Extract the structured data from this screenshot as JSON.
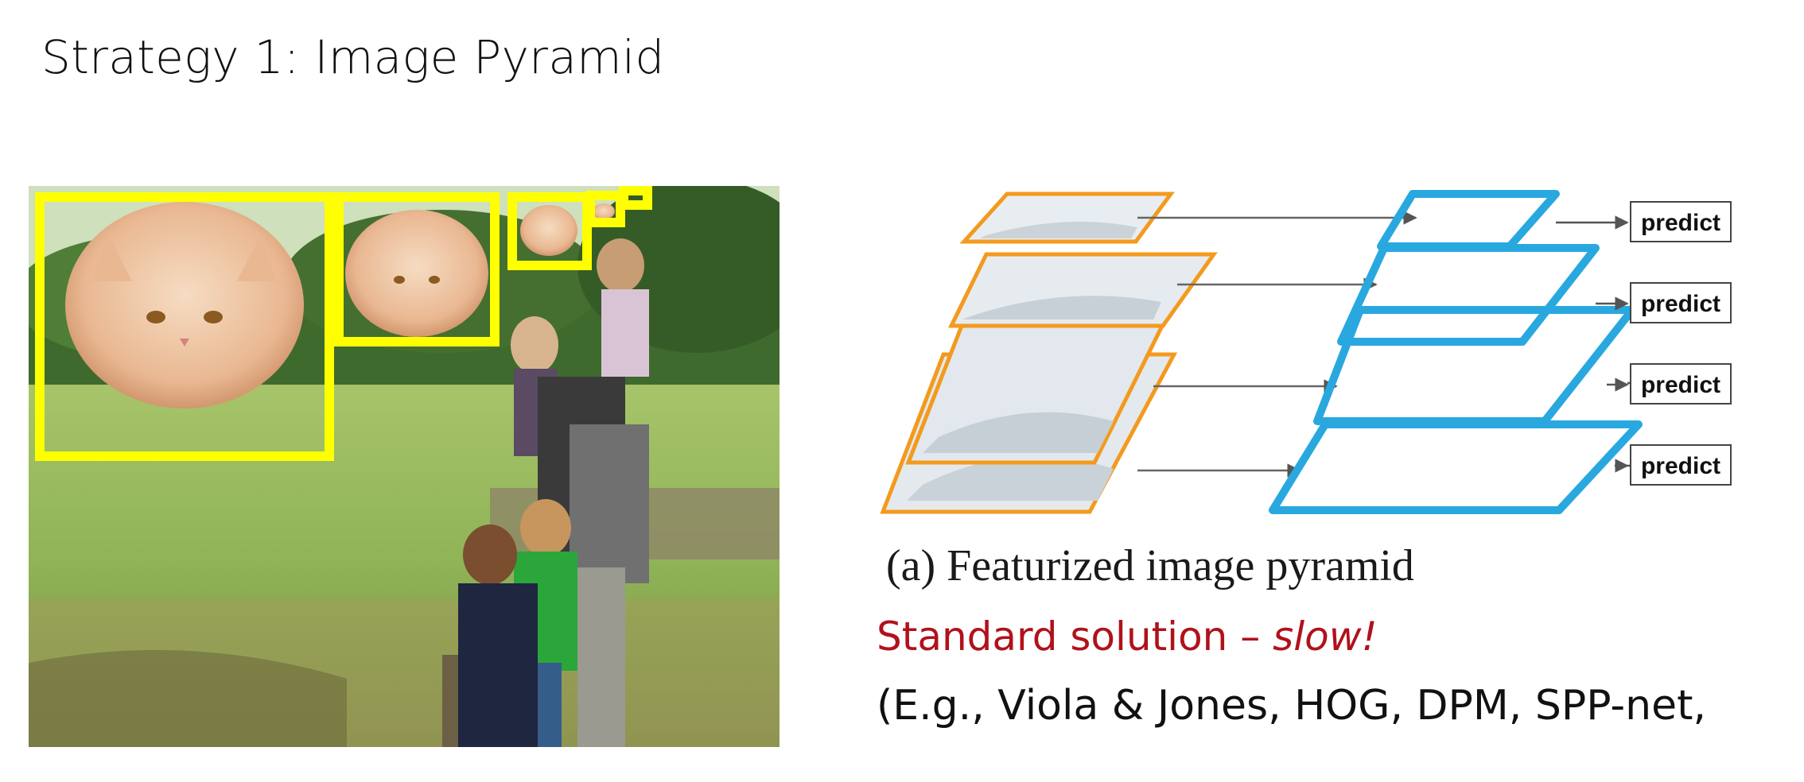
{
  "slide": {
    "title": "Strategy 1: Image Pyramid"
  },
  "photo": {
    "subject": "cat-on-grass-with-family",
    "box_color": "#ffff00",
    "sky_color": "#d8e8c8",
    "grass_color": "#8fb356",
    "cat_color": "#e9b892"
  },
  "diagram": {
    "image_levels": 4,
    "feature_levels": 4,
    "image_border_color": "#f39a1e",
    "feature_border_color": "#29a8df",
    "predict_labels": [
      "predict",
      "predict",
      "predict",
      "predict"
    ],
    "caption": "(a) Featurized image pyramid"
  },
  "notes": {
    "standard_prefix": "Standard solution – ",
    "standard_slow": "slow!",
    "examples": "(E.g., Viola & Jones, HOG, DPM, SPP-net,"
  }
}
